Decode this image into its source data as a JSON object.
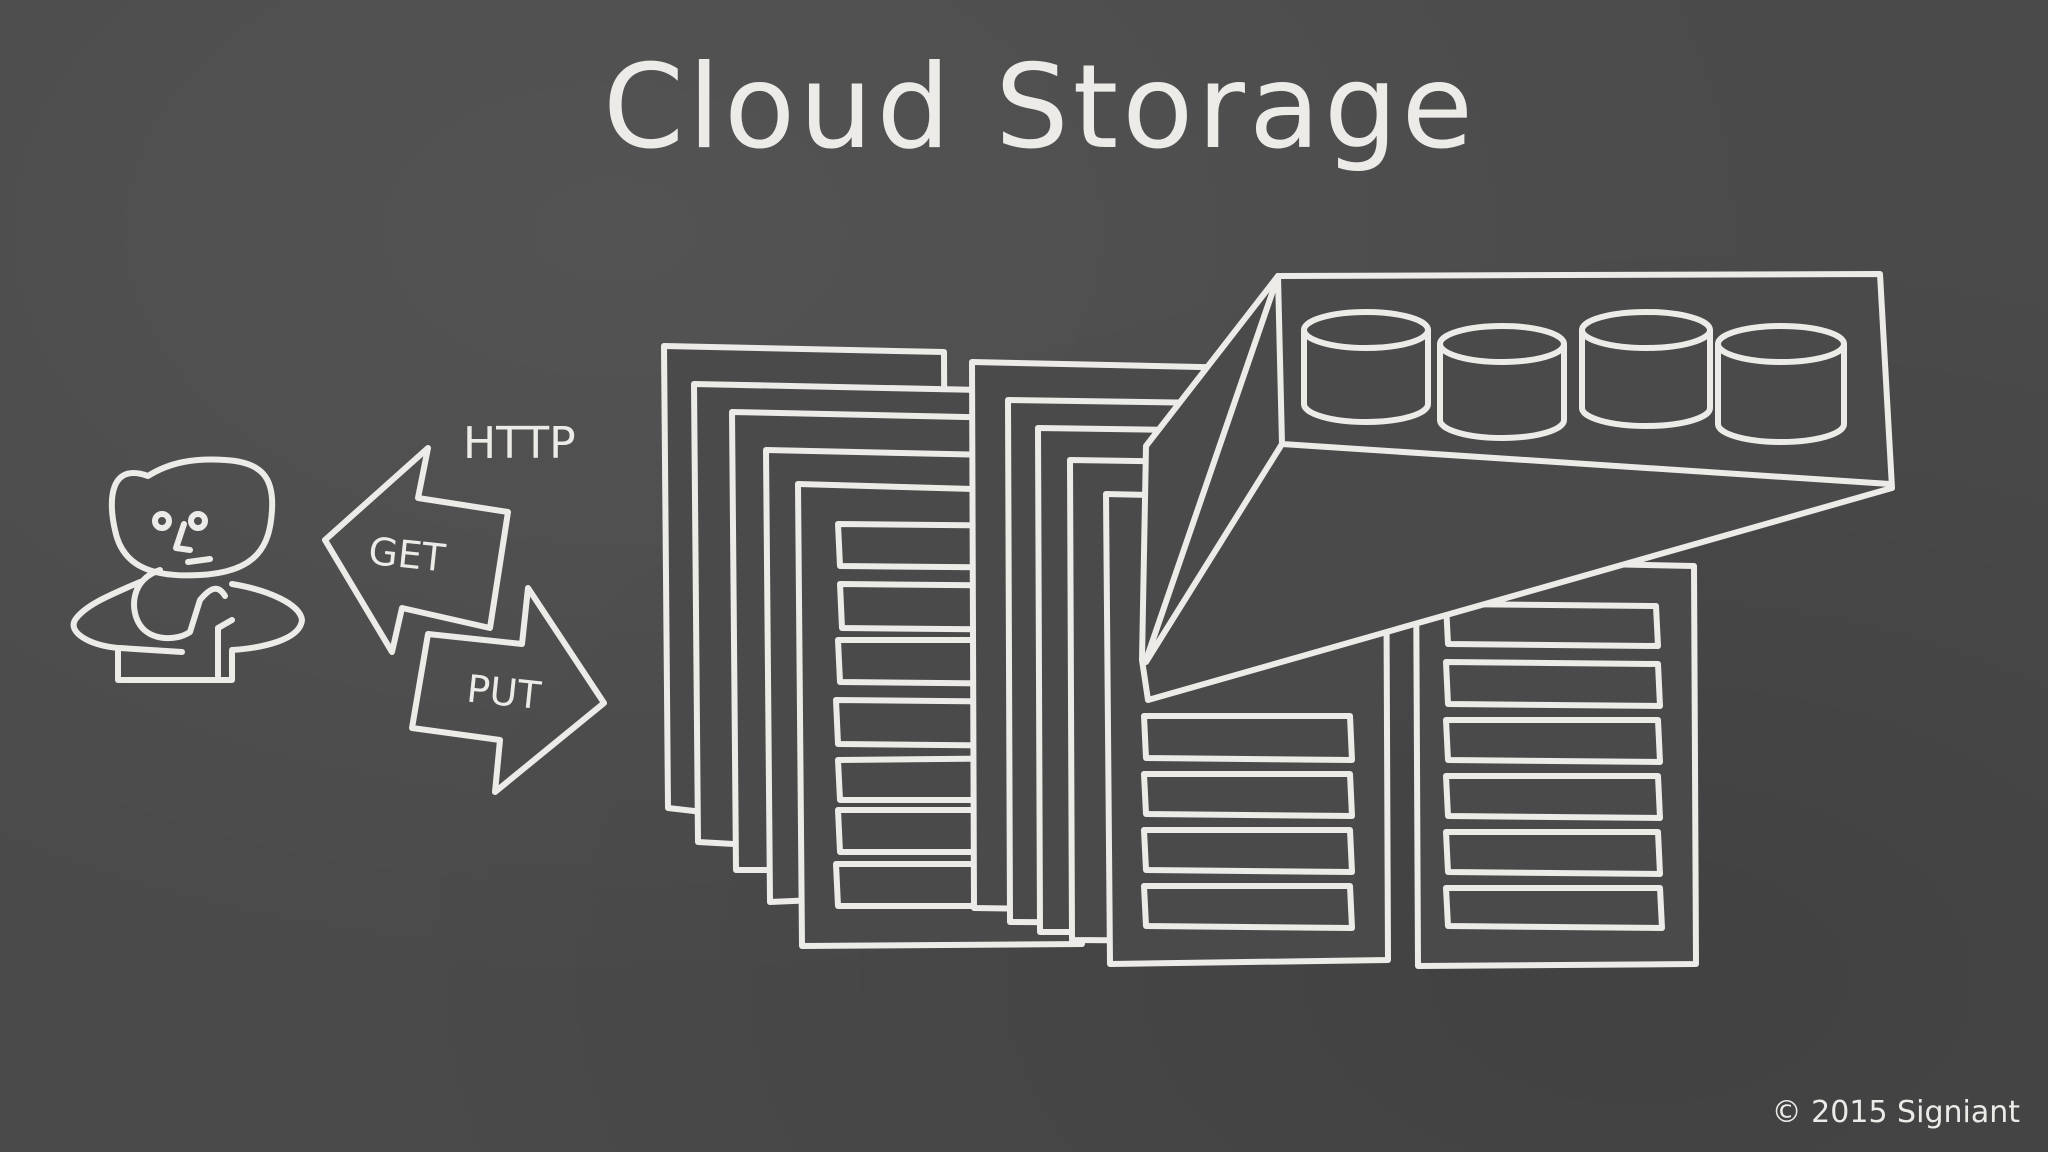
{
  "title": "Cloud Storage",
  "protocol_label": "HTTP",
  "arrows": {
    "get_label": "GET",
    "put_label": "PUT"
  },
  "copyright": "© 2015 Signiant"
}
